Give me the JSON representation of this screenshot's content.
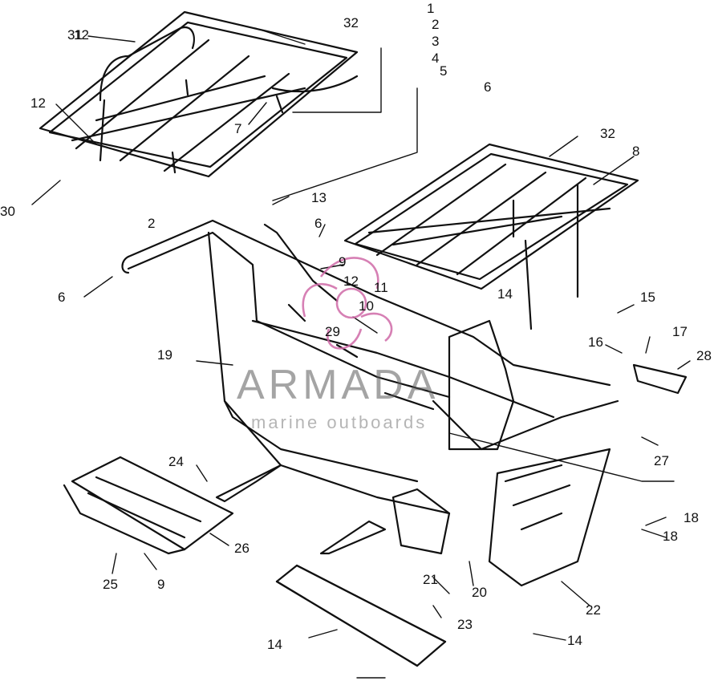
{
  "diagram": {
    "callouts": [
      "1",
      "2",
      "3",
      "4",
      "5",
      "6",
      "12",
      "32",
      "31",
      "30",
      "12",
      "7",
      "13",
      "32",
      "8",
      "6",
      "2",
      "9",
      "12",
      "11",
      "10",
      "29",
      "6",
      "14",
      "15",
      "16",
      "17",
      "28",
      "19",
      "27",
      "24",
      "26",
      "25",
      "9",
      "18",
      "18",
      "21",
      "20",
      "22",
      "23",
      "14",
      "14"
    ]
  },
  "watermark": {
    "title": "ARMADA",
    "subtitle": "marine outboards",
    "accent_color": "#d06aa8"
  },
  "palette": {
    "ink": "#111111",
    "paper": "#ffffff"
  }
}
